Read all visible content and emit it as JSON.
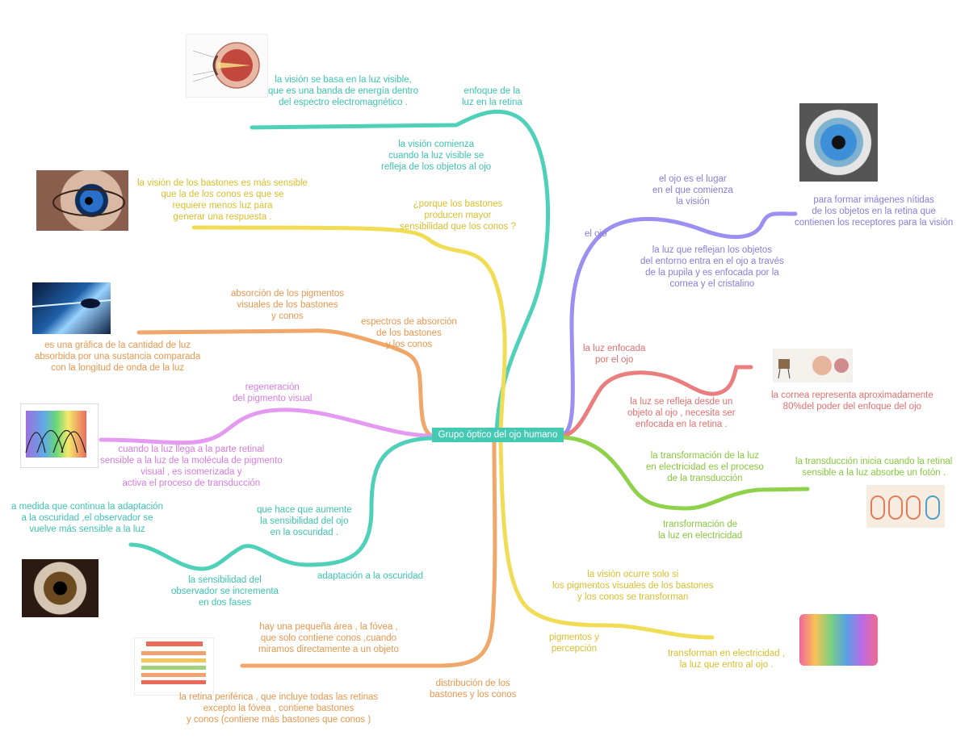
{
  "central_topic": "Grupo óptico del ojo humano",
  "colors": {
    "teal": "#4fd0b9",
    "yellow": "#f0dd55",
    "orange": "#f0a76a",
    "pink": "#e49af0",
    "purple": "#9b8ff2",
    "red": "#ea7d7d",
    "green": "#8fd14a",
    "center": "#45c9b3"
  },
  "nodes": {
    "vision_luz_visible": "la visión se basa en la luz visible,\nque es una banda de energía dentro\ndel espectro electromagnético .",
    "enfoque_luz_retina": "enfoque de la\nluz en la retina",
    "vision_comienza": "la visión comienza\ncuando la luz visible se\nrefleja de los objetos al ojo",
    "bastones_sensible": "la visión de los bastones es más sensible\nque la de los conos es que se\nrequiere menos luz para\ngenerar una respuesta .",
    "porque_bastones": "¿porque los bastones\nproducen mayor\nsensibilidad que los conos ?",
    "absorcion_pigmentos": "absorción de los pigmentos\nvisuales de los bastones\ny conos",
    "espectros_absorcion": "espectros de absorción\nde los bastones\ny los conos",
    "grafica_luz": "es una gráfica de la cantidad de luz\nabsorbida por una sustancia comparada\ncon la longitud de onda de la luz",
    "regeneracion": "regeneración\ndel pigmento visual",
    "luz_llega_retina": "cuando la luz llega a la parte retinal\nsensible a la luz de la molécula de pigmento\nvisual , es isomerizada y\nactiva el proceso de transducción",
    "adaptacion_oscuridad_obs": "a medida que continua la adaptación\na la oscuridad ,el observador se\nvuelve más sensible a la luz",
    "aumente_sensibilidad": "que hace que aumente\nla sensibilidad del ojo\nen la oscuridad .",
    "sensibilidad_fases": "la sensibilidad del\nobservador se incrementa\nen dos fases",
    "adaptacion_oscuridad": "adaptación a la oscuridad",
    "fovea": "hay una pequeña área , la fóvea ,\nque solo contiene conos ,cuando\nmiramos directamente a un objeto",
    "retina_periferica": "la retina periférica , que incluye todas las retinas\nexcepto la fóvea , contiene bastones\ny conos (contiene más bastones que conos )",
    "distribucion": "distribución de los\nbastones y los conos",
    "ojo_lugar": "el ojo es el lugar\nen el que comienza\nla visión",
    "el_ojo": "el ojo",
    "imagenes_nitidas": "para formar imágenes nítidas\nde los objetos en la retina que\ncontienen los receptores para la visión",
    "luz_reflejan": "la luz que reflejan los objetos\ndel entorno entra en el ojo a través\nde la pupila y es enfocada por la\ncornea y el cristalino",
    "luz_enfocada": "la luz enfocada\npor el ojo",
    "luz_refleja_objeto": "la luz se refleja desde un\nobjeto al ojo , necesita ser\nenfocada en la retina .",
    "cornea": "la cornea representa aproximadamente\n80%del poder del enfoque del ojo",
    "transformacion_proceso": "la transformación de la luz\nen electricidad es el proceso\nde la transducción",
    "transduccion_inicia": "la transducción inicia cuando la retinal\nsensible a la luz absorbe un fotón .",
    "transformacion": "transformación de\nla luz en electricidad",
    "vision_ocurre": "la visión ocurre solo si\nlos pigmentos visuales de los bastones\ny los conos se transforman",
    "pigmentos_percepcion": "pigmentos y\npercepción",
    "transforman_electricidad": "transforman en electricidad ,\nla luz que entro al ojo ."
  }
}
